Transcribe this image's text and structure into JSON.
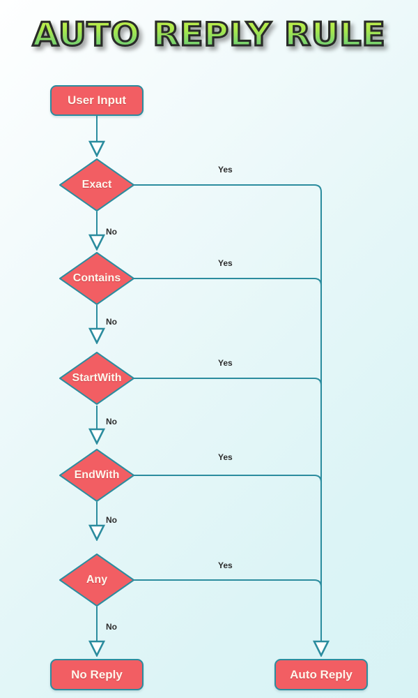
{
  "title": "AUTO REPLY RULE",
  "colors": {
    "node_fill": "#F25E63",
    "node_stroke": "#2B8C9E",
    "edge_stroke": "#2B8C9E",
    "node_text": "#FFF6EC",
    "edge_label_text": "#2C2C2C",
    "title_gradient_top": "#C6F04A",
    "title_gradient_bottom": "#6FCB74",
    "title_outline": "#2A2A2A",
    "background_top": "#FEFFFF",
    "background_bottom": "#D8F3F5"
  },
  "nodes": {
    "start": {
      "label": "User Input",
      "type": "terminator"
    },
    "decisions": [
      {
        "id": "exact",
        "label": "Exact"
      },
      {
        "id": "contains",
        "label": "Contains"
      },
      {
        "id": "startwith",
        "label": "StartWith"
      },
      {
        "id": "endwith",
        "label": "EndWith"
      },
      {
        "id": "any",
        "label": "Any"
      }
    ],
    "end_no": {
      "label": "No Reply",
      "type": "terminator"
    },
    "end_yes": {
      "label": "Auto Reply",
      "type": "terminator"
    }
  },
  "edges": {
    "yes_label": "Yes",
    "no_label": "No",
    "yes_labels": [
      "Yes",
      "Yes",
      "Yes",
      "Yes",
      "Yes"
    ],
    "no_labels": [
      "No",
      "No",
      "No",
      "No",
      "No"
    ]
  }
}
